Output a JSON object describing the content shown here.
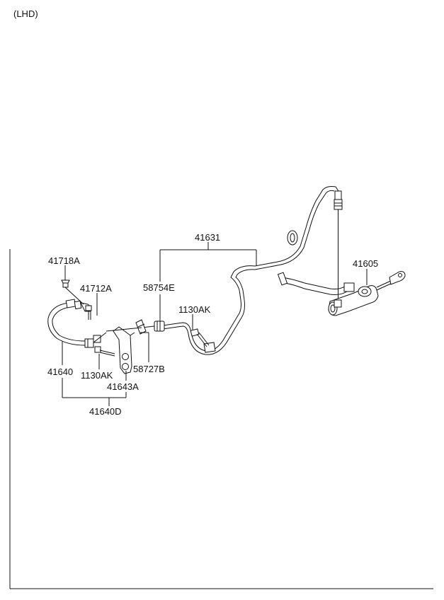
{
  "header": {
    "variant": "(LHD)"
  },
  "labels": {
    "p41631": "41631",
    "p41605": "41605",
    "p41718A": "41718A",
    "p41712A": "41712A",
    "p58754E": "58754E",
    "p1130AK_top": "1130AK",
    "p41640": "41640",
    "p1130AK_bottom": "1130AK",
    "p58727B": "58727B",
    "p41643A": "41643A",
    "p41640D": "41640D"
  }
}
